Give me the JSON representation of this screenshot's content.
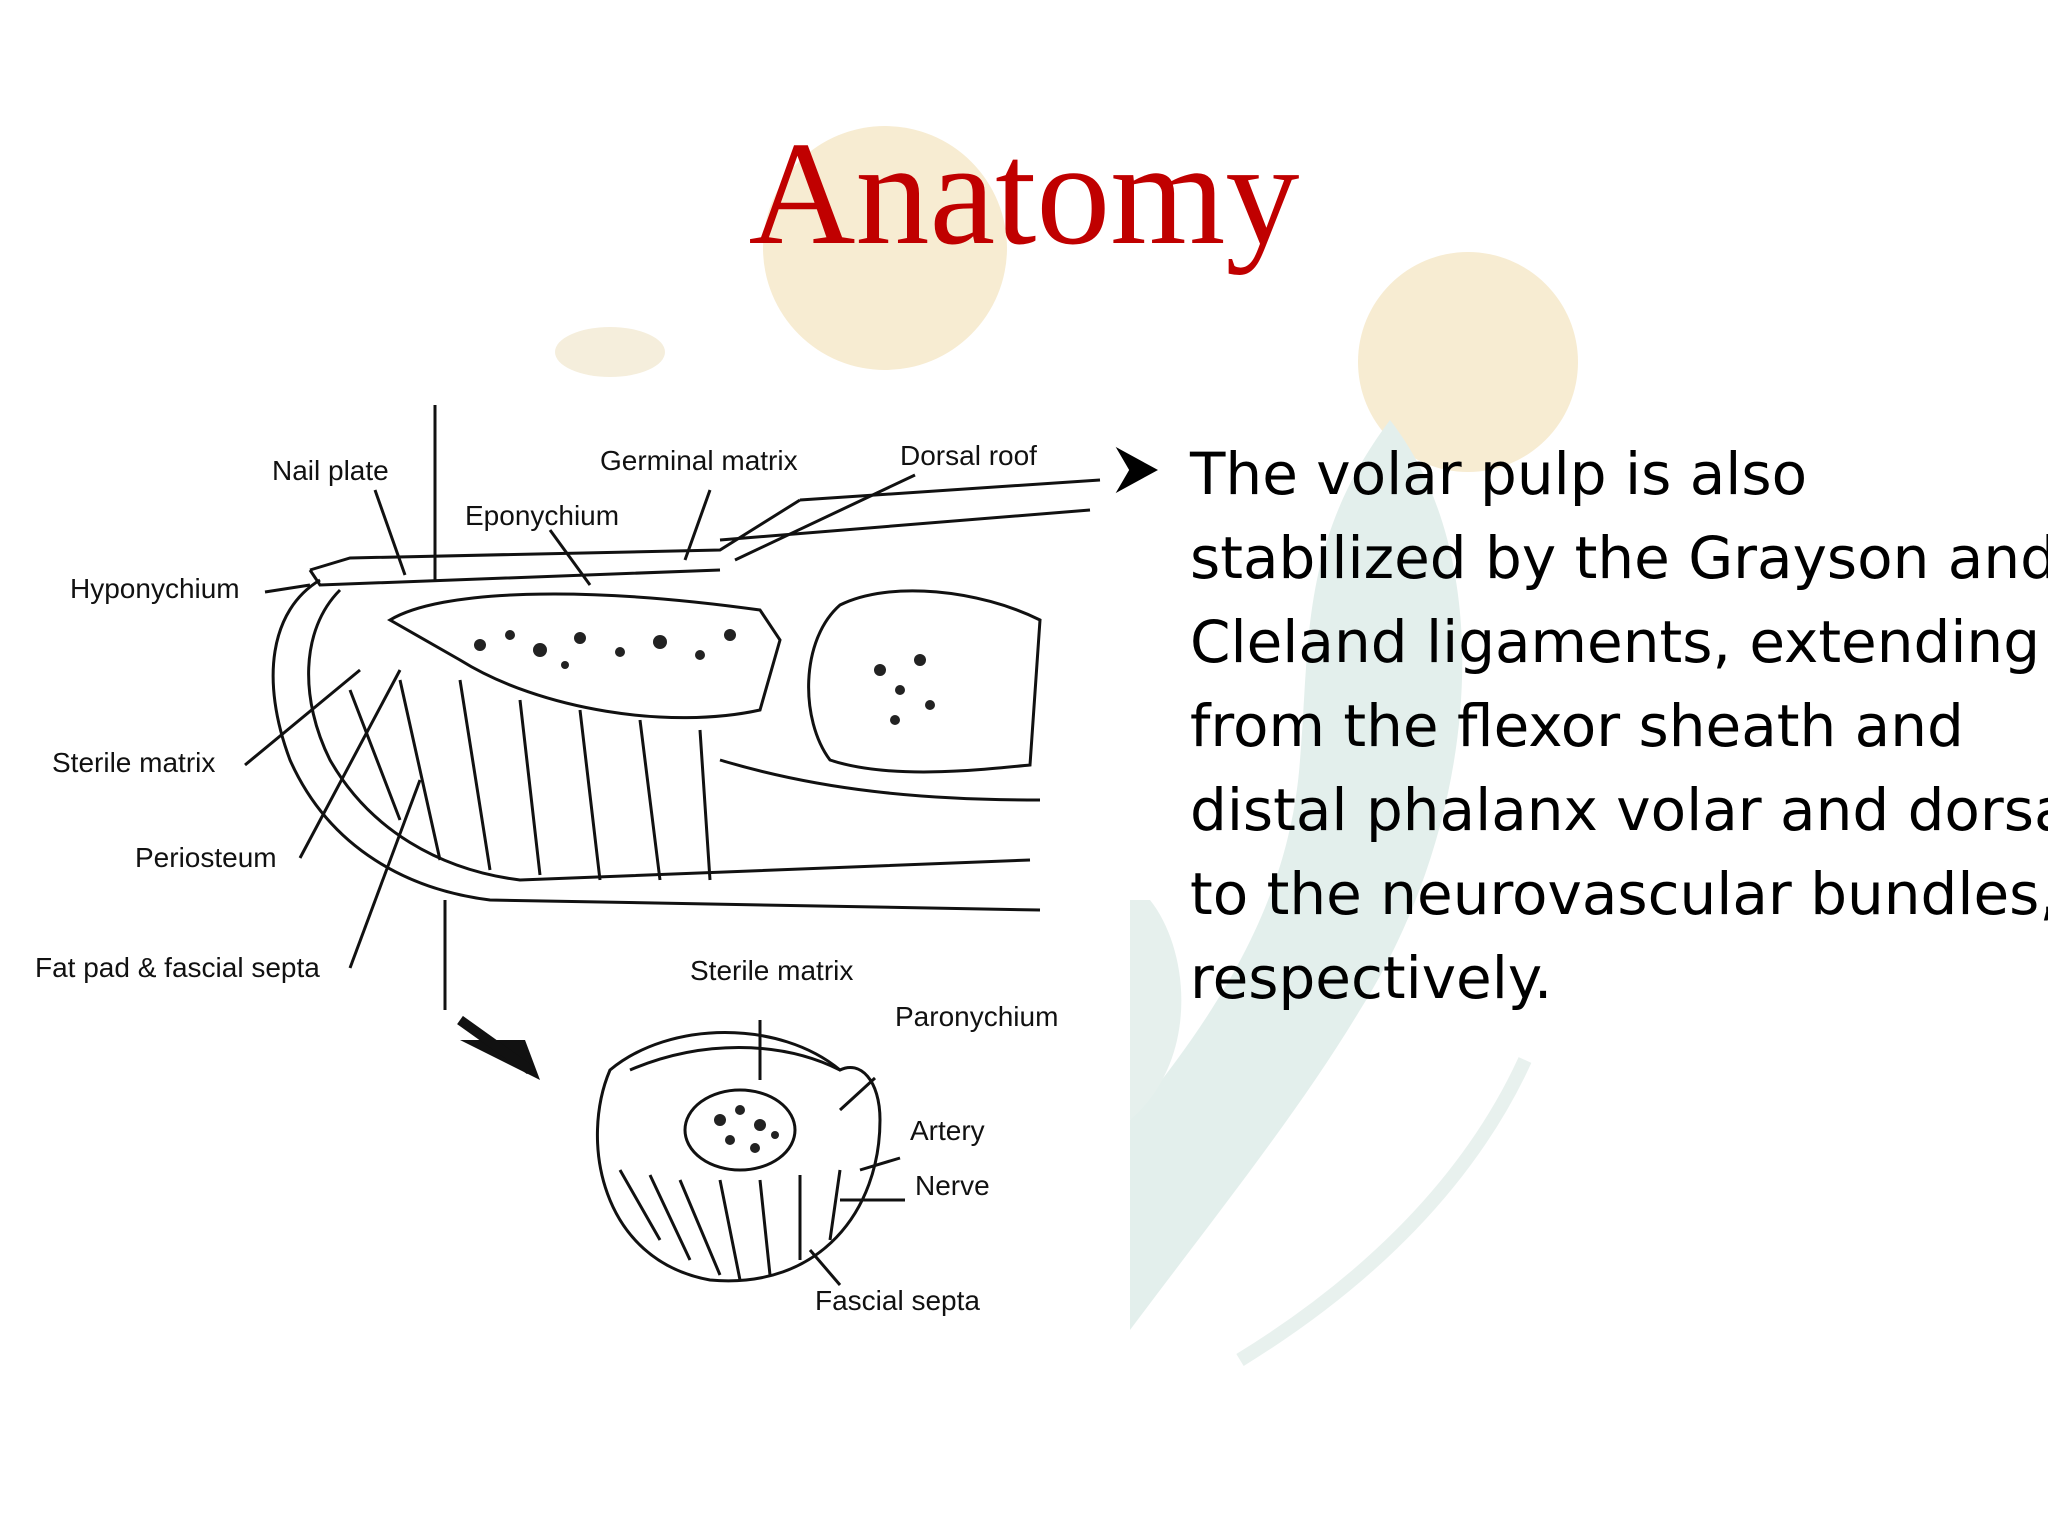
{
  "slide": {
    "title": "Anatomy",
    "bullet_icon": "arrow-bullet-icon",
    "bullet_text": "The volar pulp is also stabilized by the Grayson and Cleland ligaments, extending from the flexor sheath and distal phalanx volar and dorsal to the neurovascular bundles, respectively."
  },
  "diagram": {
    "labels": {
      "nail_plate": "Nail plate",
      "germinal_matrix": "Germinal matrix",
      "dorsal_roof": "Dorsal roof",
      "eponychium": "Eponychium",
      "hyponychium": "Hyponychium",
      "sterile_matrix": "Sterile matrix",
      "periosteum": "Periosteum",
      "fat_pad": "Fat pad & fascial septa",
      "sterile_matrix_cross": "Sterile matrix",
      "paronychium": "Paronychium",
      "artery": "Artery",
      "nerve": "Nerve",
      "fascial_septa": "Fascial septa"
    }
  },
  "colors": {
    "title": "#c00000",
    "deco_circle": "#f7ecd2",
    "deco_leaf": "#e3efec"
  }
}
